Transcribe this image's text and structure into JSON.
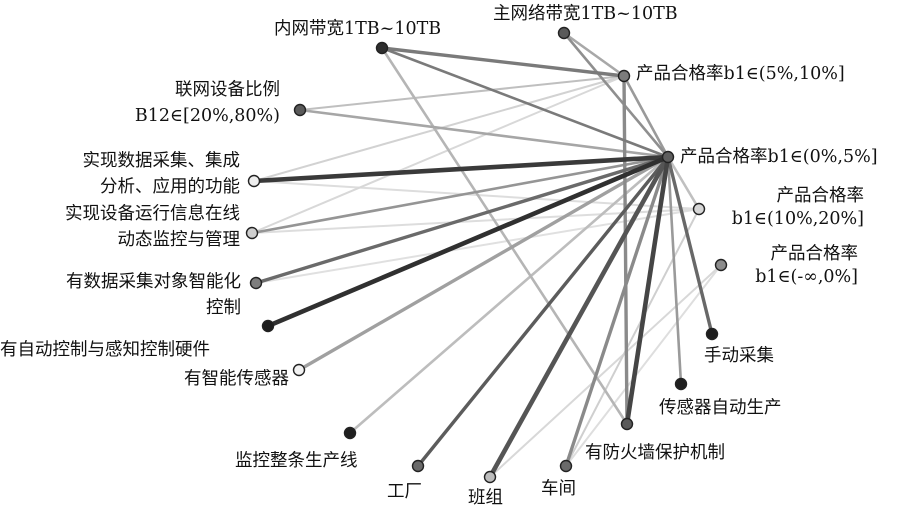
{
  "nodes": [
    {
      "id": "hub",
      "label_lines": [
        "产品合格率b1∈(0%,5%]"
      ],
      "fill": "#5e5e5e"
    },
    {
      "id": "quality_5_10",
      "label_lines": [
        "产品合格率b1∈(5%,10%]"
      ],
      "fill": "#7c7c7c"
    },
    {
      "id": "quality_10_20",
      "label_lines": [
        "产品合格率",
        "b1∈(10%,20%]"
      ],
      "fill": "#d6d6d6"
    },
    {
      "id": "quality_neg",
      "label_lines": [
        "产品合格率",
        "b1∈(-∞,0%]"
      ],
      "fill": "#8c8c8c"
    },
    {
      "id": "backbone_bw",
      "label_lines": [
        "主网络带宽1TB~10TB"
      ],
      "fill": "#5a5a5a"
    },
    {
      "id": "intranet_bw",
      "label_lines": [
        "内网带宽1TB~10TB"
      ],
      "fill": "#2e2e2e"
    },
    {
      "id": "networked_ratio",
      "label_lines": [
        "联网设备比例",
        "B12∈[20%,80%)"
      ],
      "fill": "#5a5a5a"
    },
    {
      "id": "data_collection",
      "label_lines": [
        "实现数据采集、集成",
        "分析、应用的功能"
      ],
      "fill": "#eeeeee"
    },
    {
      "id": "equipment_monitor",
      "label_lines": [
        "实现设备运行信息在线",
        "动态监控与管理"
      ],
      "fill": "#cfcfcf"
    },
    {
      "id": "smart_objects",
      "label_lines": [
        "有数据采集对象智能化",
        "控制"
      ],
      "fill": "#7d7d7d"
    },
    {
      "id": "auto_control",
      "label_lines": [
        "有自动控制与感知控制硬件"
      ],
      "fill": "#1d1d1d"
    },
    {
      "id": "smart_sensor",
      "label_lines": [
        "有智能传感器"
      ],
      "fill": "#f2f2f2"
    },
    {
      "id": "line_monitor",
      "label_lines": [
        "监控整条生产线"
      ],
      "fill": "#1f1f1f"
    },
    {
      "id": "factory",
      "label_lines": [
        "工厂"
      ],
      "fill": "#6a6a6a"
    },
    {
      "id": "team",
      "label_lines": [
        "班组"
      ],
      "fill": "#bdbdbd"
    },
    {
      "id": "workshop",
      "label_lines": [
        "车间"
      ],
      "fill": "#6a6a6a"
    },
    {
      "id": "firewall",
      "label_lines": [
        "有防火墙保护机制"
      ],
      "fill": "#5a5a5a"
    },
    {
      "id": "sensor_auto",
      "label_lines": [
        "传感器自动生产"
      ],
      "fill": "#1f1f1f"
    },
    {
      "id": "manual_collect",
      "label_lines": [
        "手动采集"
      ],
      "fill": "#1d1d1d"
    }
  ],
  "edges": [
    {
      "source": "hub",
      "target": "intranet_bw",
      "color": "#7a7a7a",
      "strength": 2
    },
    {
      "source": "hub",
      "target": "backbone_bw",
      "color": "#8f8f8f",
      "strength": 2
    },
    {
      "source": "hub",
      "target": "networked_ratio",
      "color": "#a6a6a6",
      "strength": 2
    },
    {
      "source": "hub",
      "target": "data_collection",
      "color": "#3a3a3a",
      "strength": 4
    },
    {
      "source": "hub",
      "target": "equipment_monitor",
      "color": "#959595",
      "strength": 2
    },
    {
      "source": "hub",
      "target": "smart_objects",
      "color": "#6a6a6a",
      "strength": 3
    },
    {
      "source": "hub",
      "target": "auto_control",
      "color": "#303030",
      "strength": 4
    },
    {
      "source": "hub",
      "target": "smart_sensor",
      "color": "#a0a0a0",
      "strength": 3
    },
    {
      "source": "hub",
      "target": "line_monitor",
      "color": "#bdbdbd",
      "strength": 2
    },
    {
      "source": "hub",
      "target": "factory",
      "color": "#5c5c5c",
      "strength": 3
    },
    {
      "source": "hub",
      "target": "team",
      "color": "#555555",
      "strength": 4
    },
    {
      "source": "hub",
      "target": "workshop",
      "color": "#8a8a8a",
      "strength": 3
    },
    {
      "source": "hub",
      "target": "firewall",
      "color": "#454545",
      "strength": 4
    },
    {
      "source": "hub",
      "target": "sensor_auto",
      "color": "#9a9a9a",
      "strength": 2
    },
    {
      "source": "hub",
      "target": "manual_collect",
      "color": "#686868",
      "strength": 3
    },
    {
      "source": "hub",
      "target": "quality_5_10",
      "color": "#9a9a9a",
      "strength": 2
    },
    {
      "source": "hub",
      "target": "quality_10_20",
      "color": "#c0c0c0",
      "strength": 2
    },
    {
      "source": "intranet_bw",
      "target": "quality_5_10",
      "color": "#7a7a7a",
      "strength": 3
    },
    {
      "source": "intranet_bw",
      "target": "firewall",
      "color": "#b5b5b5",
      "strength": 2
    },
    {
      "source": "backbone_bw",
      "target": "quality_5_10",
      "color": "#a8a8a8",
      "strength": 2
    },
    {
      "source": "networked_ratio",
      "target": "quality_5_10",
      "color": "#bfbfbf",
      "strength": 1
    },
    {
      "source": "data_collection",
      "target": "quality_5_10",
      "color": "#d2d2d2",
      "strength": 1
    },
    {
      "source": "equipment_monitor",
      "target": "quality_5_10",
      "color": "#d8d8d8",
      "strength": 1
    },
    {
      "source": "data_collection",
      "target": "quality_10_20",
      "color": "#dddddd",
      "strength": 1
    },
    {
      "source": "equipment_monitor",
      "target": "quality_10_20",
      "color": "#dddddd",
      "strength": 1
    },
    {
      "source": "smart_objects",
      "target": "quality_10_20",
      "color": "#e0e0e0",
      "strength": 1
    },
    {
      "source": "quality_5_10",
      "target": "firewall",
      "color": "#8a8a8a",
      "strength": 3
    },
    {
      "source": "quality_10_20",
      "target": "workshop",
      "color": "#cfcfcf",
      "strength": 1
    },
    {
      "source": "quality_neg",
      "target": "team",
      "color": "#d8d8d8",
      "strength": 1
    },
    {
      "source": "quality_neg",
      "target": "workshop",
      "color": "#dedede",
      "strength": 1
    }
  ]
}
